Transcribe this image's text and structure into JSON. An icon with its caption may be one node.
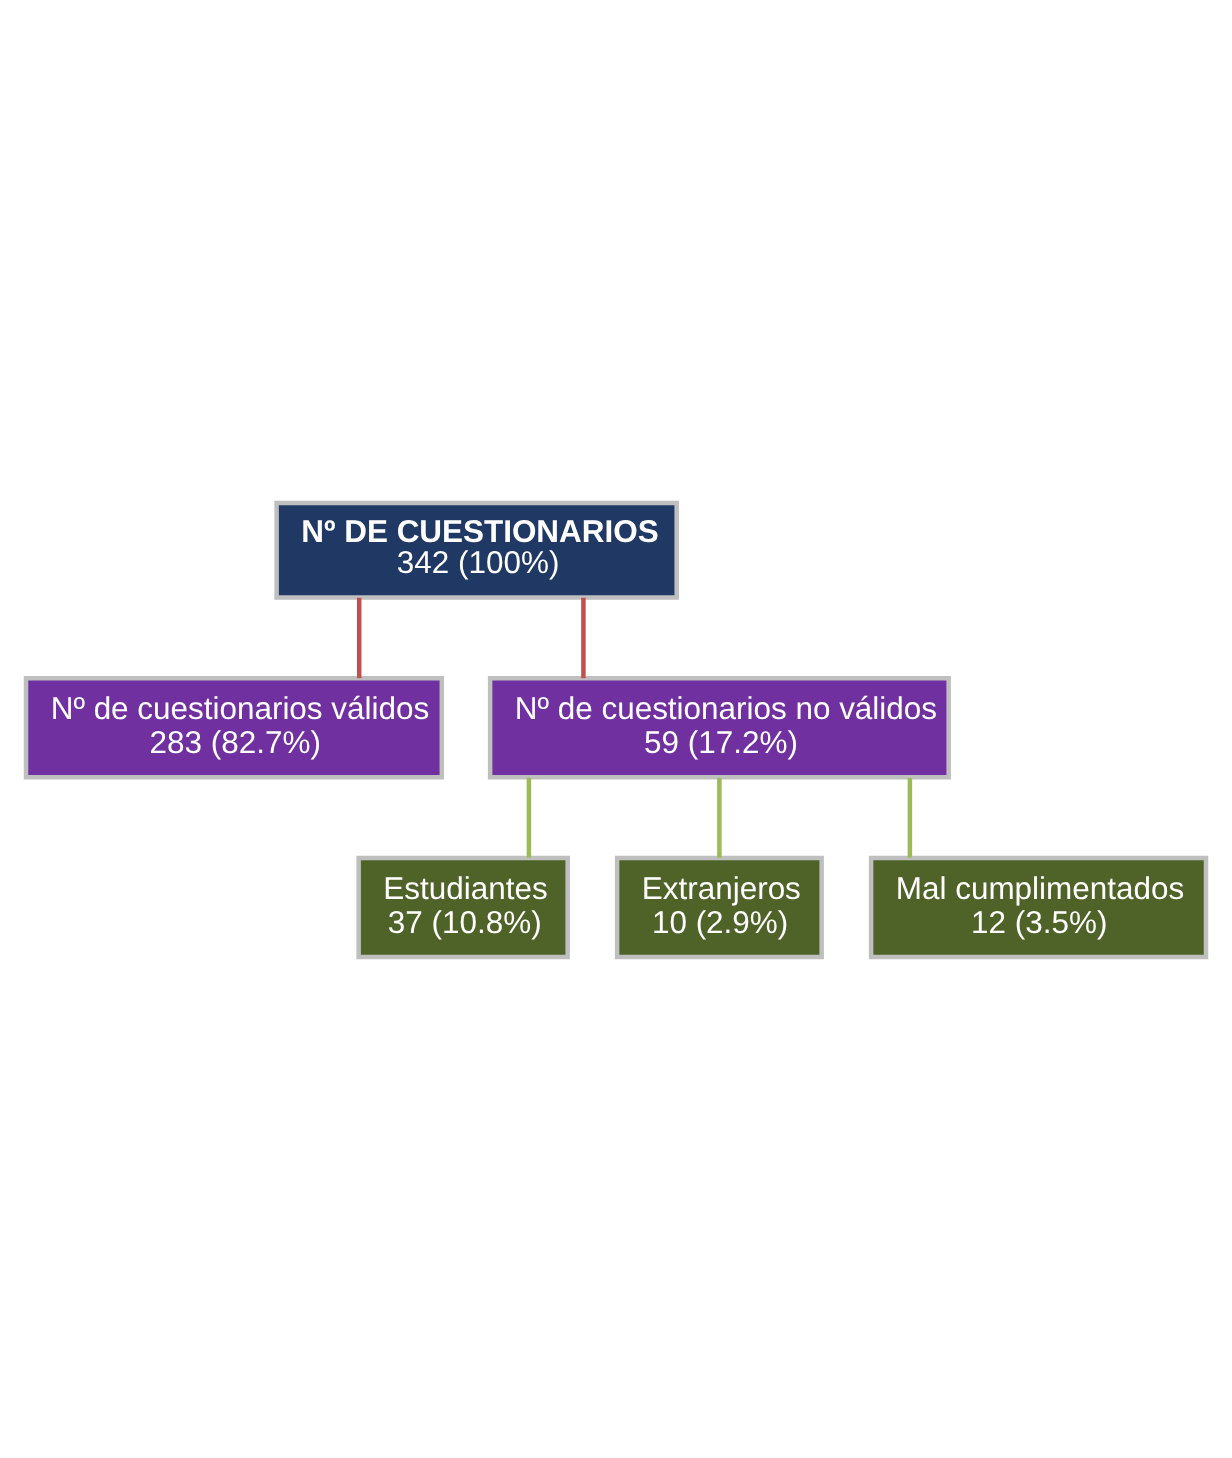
{
  "diagram": {
    "nodes": [
      {
        "text": [
          "Nº DE CUESTIONARIOS",
          "342 (100%)"
        ]
      },
      {
        "text": [
          "Nº de cuestionarios válidos",
          "283 (82.7%)"
        ]
      },
      {
        "text": [
          "Nº de cuestionarios no válidos",
          "59 (17.2%)"
        ]
      },
      {
        "text": [
          "Estudiantes",
          "37 (10.8%)"
        ]
      },
      {
        "text": [
          "Extranjeros",
          "10 (2.9%)"
        ]
      },
      {
        "text": [
          "Mal cumplimentados",
          "12 (3.5%)"
        ]
      }
    ],
    "edges": [
      {
        "from": 0,
        "to": 1,
        "arrow": "none",
        "color": "#c0504d"
      },
      {
        "from": 0,
        "to": 2,
        "arrow": "none",
        "color": "#c0504d"
      },
      {
        "from": 2,
        "to": 3,
        "arrow": "none",
        "color": "#9bbb59"
      },
      {
        "from": 2,
        "to": 4,
        "arrow": "none",
        "color": "#9bbb59"
      },
      {
        "from": 2,
        "to": 5,
        "arrow": "none",
        "color": "#9bbb59"
      }
    ]
  }
}
